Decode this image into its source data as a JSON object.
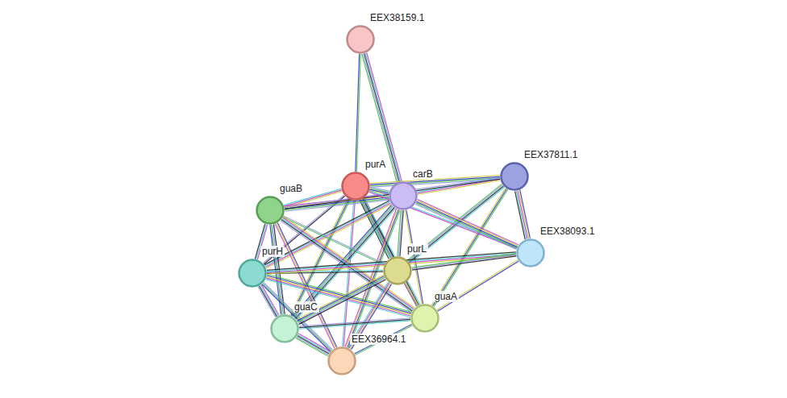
{
  "diagram": {
    "nodes": [
      {
        "text": [
          "EEX38159.1"
        ]
      },
      {
        "text": [
          "purA"
        ]
      },
      {
        "text": [
          "carB"
        ]
      },
      {
        "text": [
          "EEX37811.1"
        ]
      },
      {
        "text": [
          "guaB"
        ]
      },
      {
        "text": [
          "EEX38093.1"
        ]
      },
      {
        "text": [
          "purH"
        ]
      },
      {
        "text": [
          "purL"
        ]
      },
      {
        "text": [
          "guaA"
        ]
      },
      {
        "text": [
          "guaC"
        ]
      },
      {
        "text": [
          "EEX36964.1"
        ]
      }
    ],
    "edges": [
      {
        "from": 0,
        "to": 1,
        "arrow": "none"
      },
      {
        "from": 0,
        "to": 2,
        "arrow": "none"
      },
      {
        "from": 1,
        "to": 2,
        "arrow": "none"
      },
      {
        "from": 1,
        "to": 4,
        "arrow": "none"
      },
      {
        "from": 1,
        "to": 6,
        "arrow": "none"
      },
      {
        "from": 1,
        "to": 7,
        "arrow": "none"
      },
      {
        "from": 1,
        "to": 8,
        "arrow": "none"
      },
      {
        "from": 1,
        "to": 9,
        "arrow": "none"
      },
      {
        "from": 1,
        "to": 10,
        "arrow": "none"
      },
      {
        "from": 2,
        "to": 4,
        "arrow": "none"
      },
      {
        "from": 2,
        "to": 6,
        "arrow": "none"
      },
      {
        "from": 2,
        "to": 7,
        "arrow": "none"
      },
      {
        "from": 2,
        "to": 8,
        "arrow": "none"
      },
      {
        "from": 2,
        "to": 9,
        "arrow": "none"
      },
      {
        "from": 2,
        "to": 10,
        "arrow": "none"
      },
      {
        "from": 4,
        "to": 6,
        "arrow": "none"
      },
      {
        "from": 4,
        "to": 7,
        "arrow": "none"
      },
      {
        "from": 4,
        "to": 8,
        "arrow": "none"
      },
      {
        "from": 4,
        "to": 9,
        "arrow": "none"
      },
      {
        "from": 4,
        "to": 10,
        "arrow": "none"
      },
      {
        "from": 6,
        "to": 7,
        "arrow": "none"
      },
      {
        "from": 6,
        "to": 8,
        "arrow": "none"
      },
      {
        "from": 6,
        "to": 9,
        "arrow": "none"
      },
      {
        "from": 6,
        "to": 10,
        "arrow": "none"
      },
      {
        "from": 7,
        "to": 8,
        "arrow": "none"
      },
      {
        "from": 7,
        "to": 9,
        "arrow": "none"
      },
      {
        "from": 7,
        "to": 10,
        "arrow": "none"
      },
      {
        "from": 8,
        "to": 9,
        "arrow": "none"
      },
      {
        "from": 8,
        "to": 10,
        "arrow": "none"
      },
      {
        "from": 9,
        "to": 10,
        "arrow": "none"
      },
      {
        "from": 3,
        "to": 1,
        "arrow": "none"
      },
      {
        "from": 3,
        "to": 2,
        "arrow": "none"
      },
      {
        "from": 3,
        "to": 4,
        "arrow": "none"
      },
      {
        "from": 3,
        "to": 5,
        "arrow": "none"
      },
      {
        "from": 3,
        "to": 7,
        "arrow": "none"
      },
      {
        "from": 3,
        "to": 8,
        "arrow": "none"
      },
      {
        "from": 5,
        "to": 1,
        "arrow": "none"
      },
      {
        "from": 5,
        "to": 2,
        "arrow": "none"
      },
      {
        "from": 5,
        "to": 6,
        "arrow": "none"
      },
      {
        "from": 5,
        "to": 7,
        "arrow": "none"
      },
      {
        "from": 5,
        "to": 8,
        "arrow": "none"
      }
    ]
  }
}
